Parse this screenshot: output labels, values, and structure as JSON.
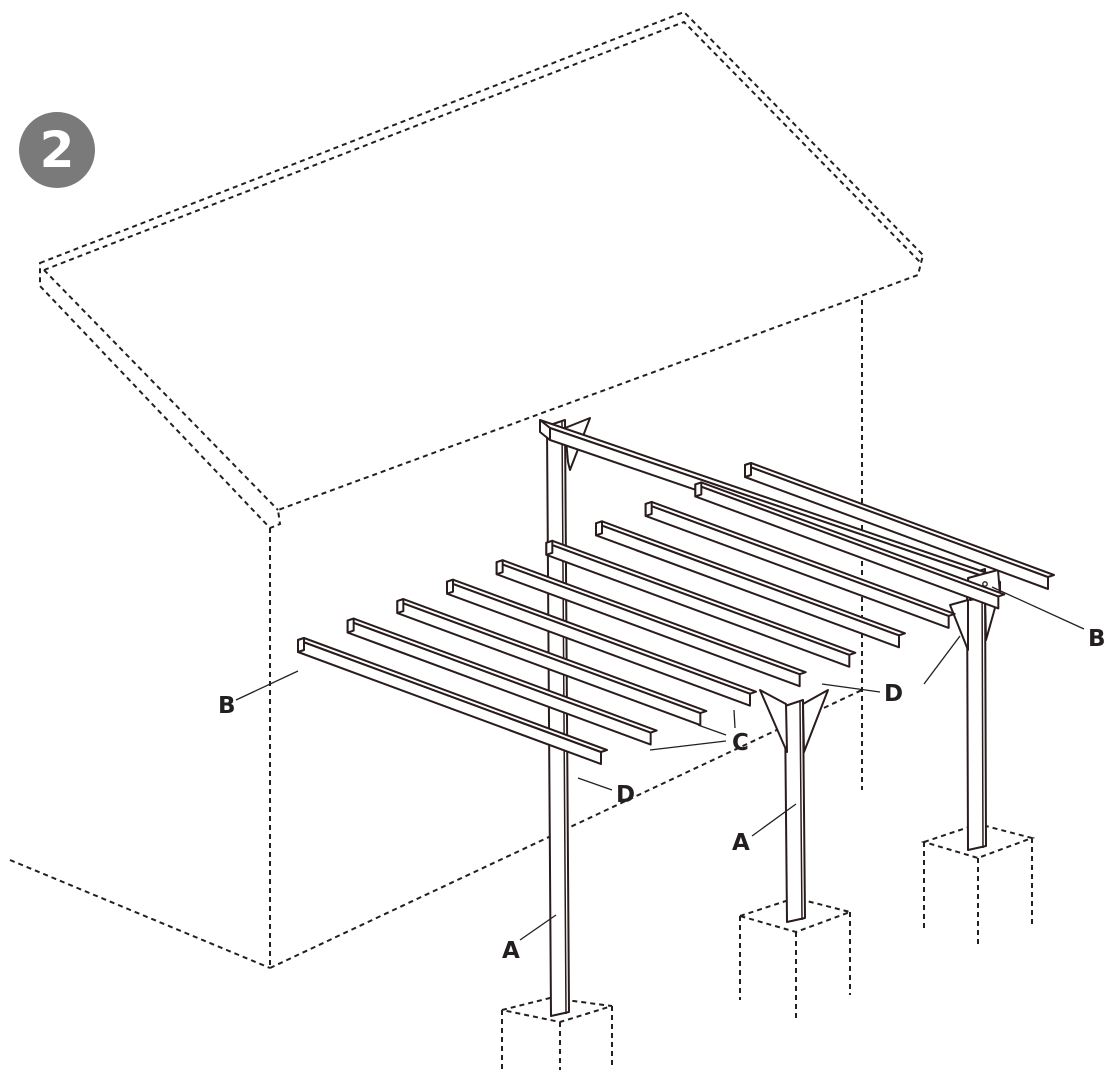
{
  "step": {
    "number": "2"
  },
  "labels": {
    "posts": "A",
    "beams": "B",
    "rafters": "C",
    "braces": "D"
  },
  "colors": {
    "badge": "#7a7a7a",
    "lines": "#231f20",
    "timber_outline": "#2a1c1c"
  }
}
